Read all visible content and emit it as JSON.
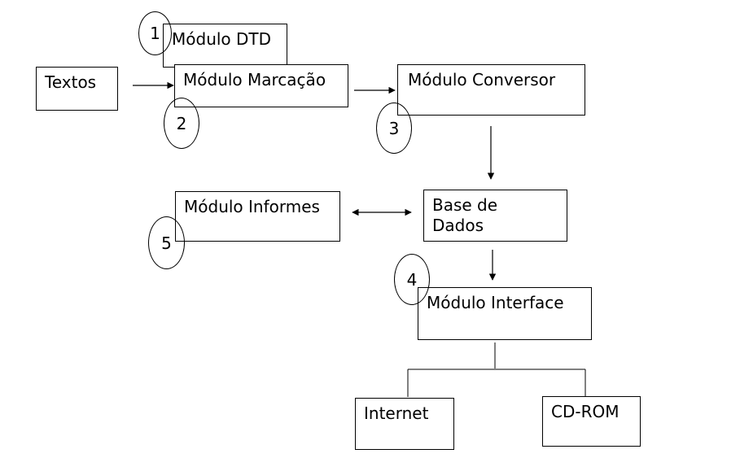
{
  "boxes": {
    "textos": "Textos",
    "dtd": "Módulo DTD",
    "marcacao": "Módulo Marcação",
    "conversor": "Módulo Conversor",
    "informes": "Módulo Informes",
    "base": "Base de\nDados",
    "interface": "Módulo Interface",
    "internet": "Internet",
    "cdrom": "CD-ROM"
  },
  "markers": {
    "dtd": "1",
    "marcacao": "2",
    "conversor": "3",
    "interface": "4",
    "informes": "5"
  }
}
